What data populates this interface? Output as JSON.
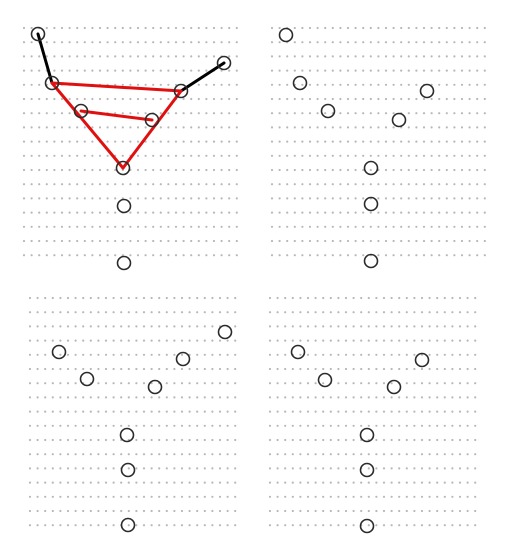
{
  "colors": {
    "grid_dot": "#b8b8b8",
    "joint_stroke": "#2b2b2b",
    "bone_black": "#000000",
    "bone_red": "#e01010",
    "background": "#ffffff"
  },
  "panels": [
    {
      "name": "panel-top-left",
      "points": [
        [
          38,
          34
        ],
        [
          52,
          83
        ],
        [
          81,
          111
        ],
        [
          123,
          168
        ],
        [
          124,
          206
        ],
        [
          124,
          263
        ],
        [
          181,
          91
        ],
        [
          224,
          63
        ],
        [
          152,
          120
        ]
      ],
      "bones": [
        {
          "from": 0,
          "to": 1,
          "color": "black"
        },
        {
          "from": 6,
          "to": 7,
          "color": "black"
        },
        {
          "from": 1,
          "to": 6,
          "color": "red"
        },
        {
          "from": 1,
          "to": 3,
          "color": "red"
        },
        {
          "from": 6,
          "to": 3,
          "color": "red"
        },
        {
          "from": 2,
          "to": 8,
          "color": "red"
        }
      ]
    },
    {
      "name": "panel-top-right",
      "points": [
        [
          286,
          35
        ],
        [
          300,
          83
        ],
        [
          328,
          111
        ],
        [
          371,
          168
        ],
        [
          371,
          204
        ],
        [
          371,
          261
        ],
        [
          427,
          91
        ],
        [
          399,
          120
        ]
      ],
      "bones": []
    },
    {
      "name": "panel-bottom-left",
      "points": [
        [
          59,
          352
        ],
        [
          87,
          379
        ],
        [
          127,
          435
        ],
        [
          128,
          470
        ],
        [
          128,
          525
        ],
        [
          183,
          359
        ],
        [
          155,
          387
        ],
        [
          225,
          332
        ]
      ],
      "bones": []
    },
    {
      "name": "panel-bottom-right",
      "points": [
        [
          298,
          352
        ],
        [
          325,
          380
        ],
        [
          367,
          435
        ],
        [
          367,
          470
        ],
        [
          367,
          526
        ],
        [
          422,
          360
        ],
        [
          394,
          387
        ]
      ],
      "bones": []
    }
  ]
}
